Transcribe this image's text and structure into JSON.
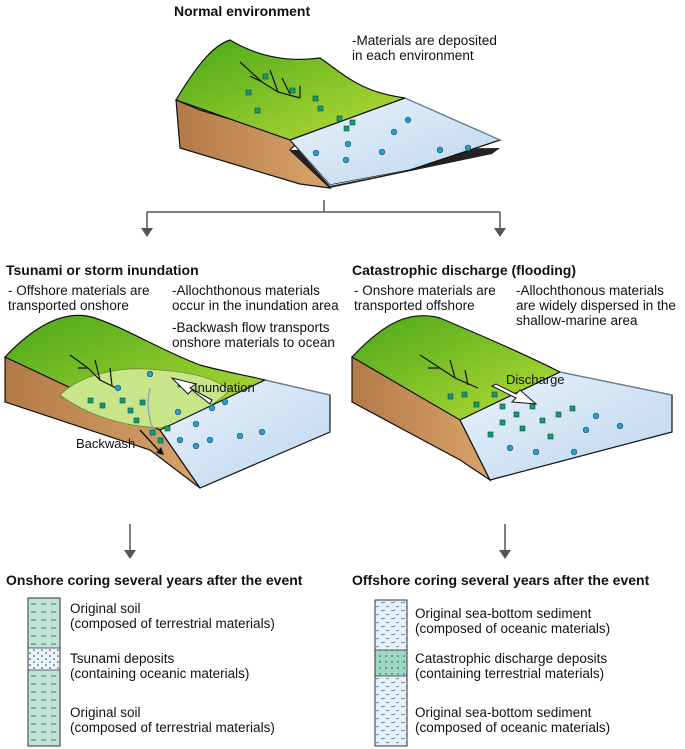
{
  "top": {
    "title": "Normal environment",
    "note": "-Materials are deposited\nin each environment"
  },
  "left": {
    "title": "Tsunami or storm inundation",
    "note1": "- Offshore materials are\ntransported onshore",
    "note2": "-Allochthonous materials\noccur in the inundation area",
    "note3": "-Backwash flow transports\nonshore materials to ocean",
    "arrow_in": "Inundation",
    "arrow_back": "Backwash",
    "coring_title": "Onshore coring several years after the event",
    "layers": [
      {
        "line1": "Original soil",
        "line2": "(composed of terrestrial materials)"
      },
      {
        "line1": "Tsunami deposits",
        "line2": "(containing oceanic materials)"
      },
      {
        "line1": "Original soil",
        "line2": "(composed of terrestrial materials)"
      }
    ]
  },
  "right": {
    "title": "Catastrophic discharge (flooding)",
    "note1": "- Onshore materials are\ntransported offshore",
    "note2": "-Allochthonous materials\nare widely dispersed in the\nshallow-marine area",
    "arrow_out": "Discharge",
    "coring_title": "Offshore coring several years after the event",
    "layers": [
      {
        "line1": "Original sea-bottom sediment",
        "line2": "(composed of oceanic materials)"
      },
      {
        "line1": "Catastrophic discharge deposits",
        "line2": "(containing terrestrial materials)"
      },
      {
        "line1": "Original sea-bottom sediment",
        "line2": "(composed of oceanic materials)"
      }
    ]
  },
  "colors": {
    "land_green": "#7cc31f",
    "land_light": "#b6dc3c",
    "cliff": "#c8925a",
    "sea": "#dbeaf7",
    "sea_dark": "#a9c7e3",
    "soil_core": "#bfe4d6",
    "tsunami_core": "#e8f3fa",
    "discharge_core": "#9ed7c4",
    "marker_green": "#1a9a74",
    "marker_blue": "#2e9ccf"
  }
}
